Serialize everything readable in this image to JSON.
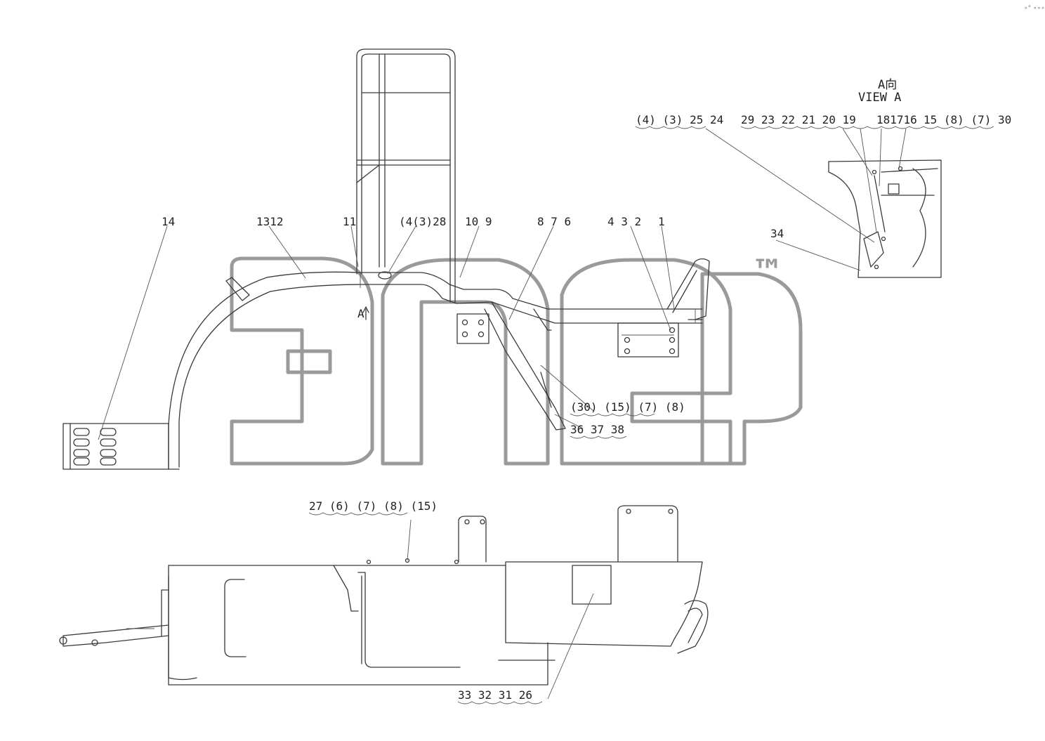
{
  "view": {
    "title_cn": "A向",
    "title_en": "VIEW A",
    "arrow_tag": "A"
  },
  "watermark": {
    "trademark": "™"
  },
  "corner_mark": "∘° ∘∘∘",
  "callouts": {
    "c14": "14",
    "c13_12": "1312",
    "c11": "11",
    "c4_3_28": "(4(3)28",
    "c10_9": "10 9",
    "c8_7_6": "8  7  6",
    "c4_3_2": "4  3 2",
    "c1": "1",
    "c30_15_7_8": "(30) (15) (7) (8)",
    "c36_37_38": "36  37  38",
    "c27_6_7_8_15": "27  (6)  (7)  (8)  (15)",
    "c33_32_31_26": "33   32   31   26",
    "va_4_3_25_24": "(4)  (3)  25  24",
    "va_29_to_19": "29  23  22  21  20  19",
    "va_18_17_16": "181716",
    "va_15_8_7_30": "15  (8)  (7)  30",
    "va_34": "34"
  }
}
